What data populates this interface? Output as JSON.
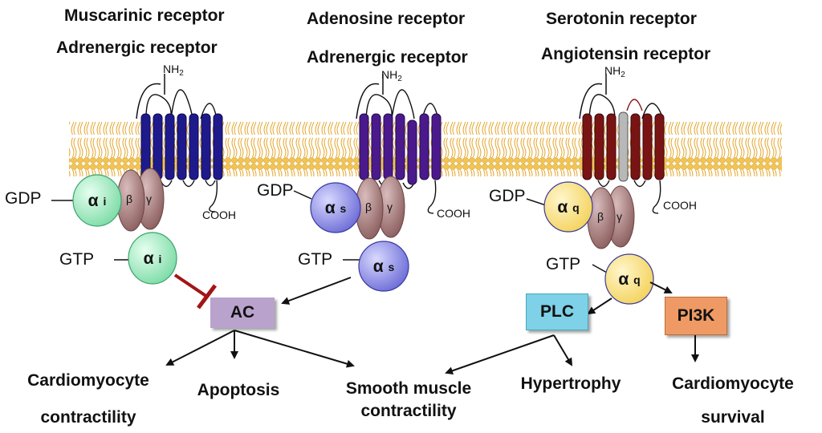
{
  "colors": {
    "membrane": "#f2c452",
    "membrane_tail": "#e9a82c",
    "muscarinic_helix": "#1f1a8c",
    "adenosine_helix": "#4a1a8c",
    "serotonin_helix": "#7a1414",
    "alpha_i": "#a9f0c8",
    "alpha_s": "#8f8fea",
    "alpha_q": "#fbe58c",
    "beta_gamma": "#9e7373",
    "inhibit_bar": "#a31515",
    "ac_box": "#b9a3cc",
    "plc_box": "#7ed1e6",
    "pi3k_box": "#ef9a64"
  },
  "pathways": [
    {
      "titles": [
        "Muscarinic receptor",
        "Adrenergic receptor"
      ],
      "amine_label": "NH",
      "amine_sub": "2",
      "carboxyl_label": "COOH",
      "gdp_label": "GDP",
      "gtp_label": "GTP",
      "alpha_symbol": "α",
      "alpha_sub": "i",
      "beta_symbol": "β",
      "gamma_symbol": "γ"
    },
    {
      "titles": [
        "Adenosine receptor",
        "Adrenergic receptor"
      ],
      "amine_label": "NH",
      "amine_sub": "2",
      "carboxyl_label": "COOH",
      "gdp_label": "GDP",
      "gtp_label": "GTP",
      "alpha_symbol": "α",
      "alpha_sub": "s",
      "beta_symbol": "β",
      "gamma_symbol": "γ"
    },
    {
      "titles": [
        "Serotonin receptor",
        "Angiotensin receptor"
      ],
      "amine_label": "NH",
      "amine_sub": "2",
      "carboxyl_label": "COOH",
      "gdp_label": "GDP",
      "gtp_label": "GTP",
      "alpha_symbol": "α",
      "alpha_sub": "q",
      "beta_symbol": "β",
      "gamma_symbol": "γ"
    }
  ],
  "effectors": {
    "ac": "AC",
    "plc": "PLC",
    "pi3k": "PI3K"
  },
  "outcomes": {
    "cardio_contract_1": "Cardiomyocyte",
    "cardio_contract_2": "contractility",
    "apoptosis": "Apoptosis",
    "smooth_1": "Smooth muscle",
    "smooth_2": "contractility",
    "hypertrophy": "Hypertrophy",
    "cardio_survival_1": "Cardiomyocyte",
    "cardio_survival_2": "survival"
  }
}
